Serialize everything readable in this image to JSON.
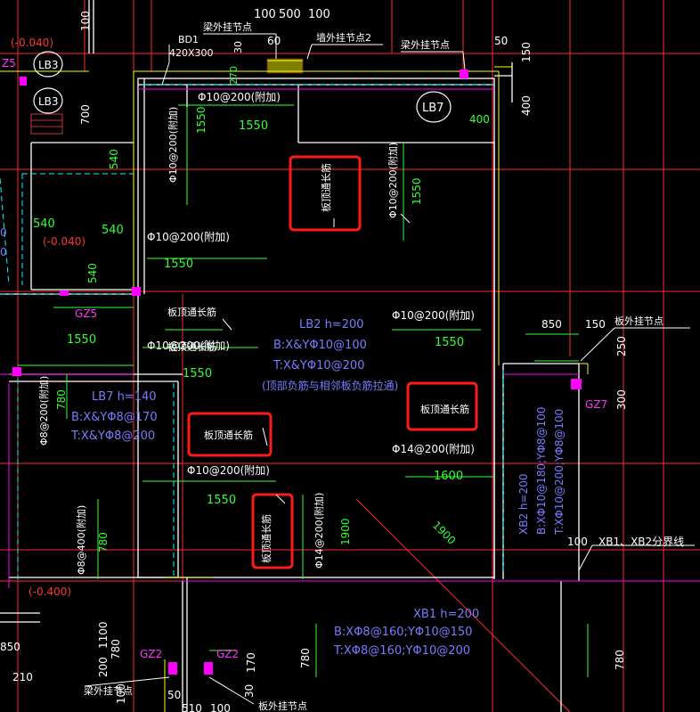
{
  "colors": {
    "background": "#000000",
    "wall": "#ffffff",
    "grid": "#ff2a2a",
    "beam": "#ffff00",
    "slab_edge": "#ff00ff",
    "dashed_cyan": "#00ffff",
    "green": "#33ff33",
    "magenta_text": "#ff33ff",
    "blue_text": "#7b7bff",
    "highlight_box": "#ff1a1a"
  },
  "labels": {
    "top_dim_100": "100",
    "top_dim_500": "500",
    "top_dim_100b": "100",
    "top_dim_60": "60",
    "top_dim_30": "30",
    "top_dim_270": "270",
    "top_dim_50": "50",
    "top_dim_150": "150",
    "top_dim_400": "400",
    "top_dim_400b": "400",
    "top_dim_700": "700",
    "top_left_elev": "(-0.040)",
    "beam_node_1": "梁外挂节点",
    "beam_node_2": "梁外挂节点",
    "wall_node_2": "墙外挂节点2",
    "bd1": "BD1",
    "bd1_size": "420X300",
    "lb3_a": "LB3",
    "lb3_b": "LB3",
    "lb7_circle": "LB7",
    "z5_left": "Z5",
    "gz5": "GZ5",
    "gz7": "GZ7",
    "gz2_a": "GZ2",
    "gz2_b": "GZ2",
    "rebar_top_h": "Φ10@200(附加)",
    "rebar_top_len": "1550",
    "rebar_left_v": "Φ10@200(附加)",
    "rebar_left_v_len": "1550",
    "rebar_right_v": "Φ10@200(附加)",
    "rebar_right_v_len": "1550",
    "rebar_mid_h1": "Φ10@200(附加)",
    "rebar_mid_h1_len": "1550",
    "rebar_mid_h2": "Φ10@200(附加)",
    "rebar_mid_h2_len": "1550",
    "rebar_lb7_row": "Φ10@200(附加)",
    "rebar_lb7_row_len": "1550",
    "rebar_right_mid": "Φ10@200(附加)",
    "rebar_right_mid_len": "1550",
    "rebar_phi14_h": "Φ14@200(附加)",
    "rebar_phi14_h_len": "1600",
    "rebar_phi14_v": "Φ14@200(附加)",
    "rebar_phi14_v_len": "1900",
    "rebar_lower_h": "Φ10@200(附加)",
    "rebar_lower_h_len": "1550",
    "rebar_lb7_v": "Φ8@200(附加)",
    "rebar_lb7_v_len": "780",
    "rebar_phi8_400": "Φ8@400(附加)",
    "rebar_phi8_400_len": "780",
    "diag_1900": "1900",
    "lb2_title": "LB2 h=200",
    "lb2_b": "B:X&YΦ10@100",
    "lb2_t": "T:X&YΦ10@200",
    "lb2_note": "(顶部负筋与相邻板负筋拉通)",
    "lb7_title": "LB7 h=140",
    "lb7_b": "B:X&YΦ8@170",
    "lb7_t": "T:X&YΦ8@200",
    "xb2_title": "XB2 h=200",
    "xb2_b": "B:XΦ10@180;YΦ8@100",
    "xb2_t": "T:XΦ10@200;YΦ8@100",
    "xb1_title": "XB1 h=200",
    "xb1_b": "B:XΦ8@160;YΦ10@150",
    "xb1_t": "T:XΦ8@160;YΦ10@200",
    "xb_boundary_dim": "100",
    "xb_boundary": "XB1、XB2分界线",
    "slab_top_through_1": "板顶通长筋",
    "slab_top_through_2": "板顶通长筋",
    "slab_top_through_3": "板顶通长筋",
    "slab_top_through_4": "板顶通长筋",
    "slab_top_through_5": "板顶通长筋",
    "slab_top_through_6": "板顶通长筋",
    "left_540_a": "540",
    "left_540_b": "540",
    "left_540_c": "540",
    "left_540_d": "540",
    "left_elev_1": "(-0.040)",
    "left_elev_2": "(-0.400)",
    "left_0": "0",
    "right_850": "850",
    "right_150": "150",
    "right_node": "板外挂节点",
    "right_250": "250",
    "right_300": "300",
    "bot_850": "850",
    "bot_210": "210",
    "bot_1100": "1100",
    "bot_200": "200",
    "bot_100": "100",
    "bot_170": "170",
    "bot_780a": "780",
    "bot_780b": "780",
    "bot_780c": "780",
    "bot_50": "50",
    "bot_510": "510",
    "bot_100b": "100",
    "bot_30": "30",
    "bot_node_1": "梁外挂节点",
    "bot_node_2": "板外挂节点"
  }
}
